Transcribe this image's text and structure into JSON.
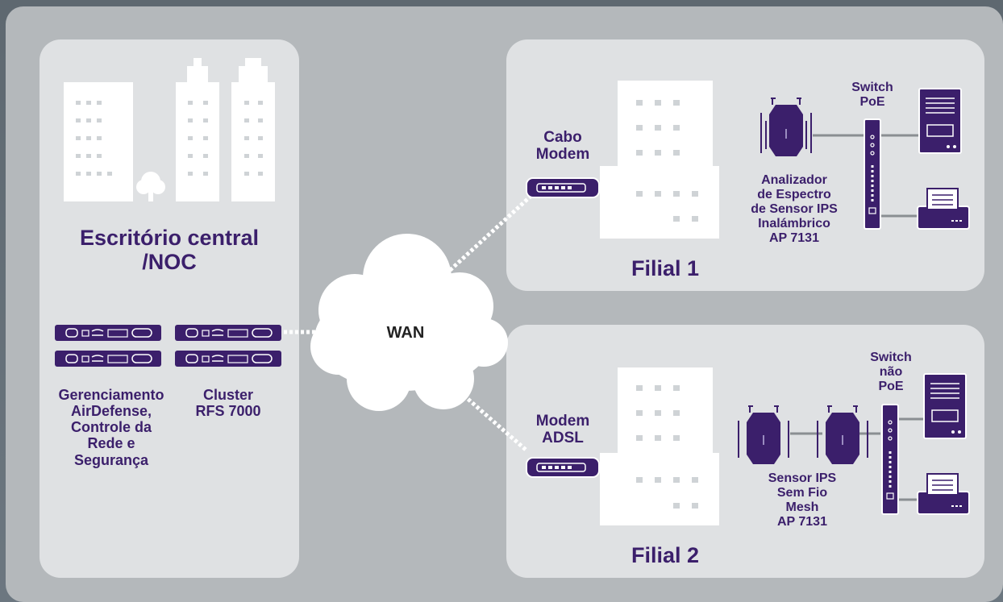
{
  "central": {
    "title_line1": "Escritório central",
    "title_line2": "/NOC",
    "mgmt_label": [
      "Gerenciamento",
      "AirDefense,",
      "Controle da",
      "Rede e",
      "Segurança"
    ],
    "cluster_label": [
      "Cluster",
      "RFS 7000"
    ]
  },
  "wan": {
    "label": "WAN"
  },
  "branch1": {
    "title": "Filial 1",
    "modem_label": [
      "Cabo",
      "Modem"
    ],
    "switch_label": [
      "Switch",
      "PoE"
    ],
    "sensor_label": [
      "Analizador",
      "de Espectro",
      "de Sensor IPS",
      "Inalámbrico",
      "AP 7131"
    ]
  },
  "branch2": {
    "title": "Filial 2",
    "modem_label": [
      "Modem",
      "ADSL"
    ],
    "switch_label": [
      "Switch",
      "não",
      "PoE"
    ],
    "sensor_label": [
      "Sensor IPS",
      "Sem Fio",
      "Mesh",
      "AP 7131"
    ]
  },
  "colors": {
    "accent": "#3b1f6b",
    "panel": "#b4b8bb",
    "box": "#dfe1e3",
    "background": "#626c74"
  }
}
